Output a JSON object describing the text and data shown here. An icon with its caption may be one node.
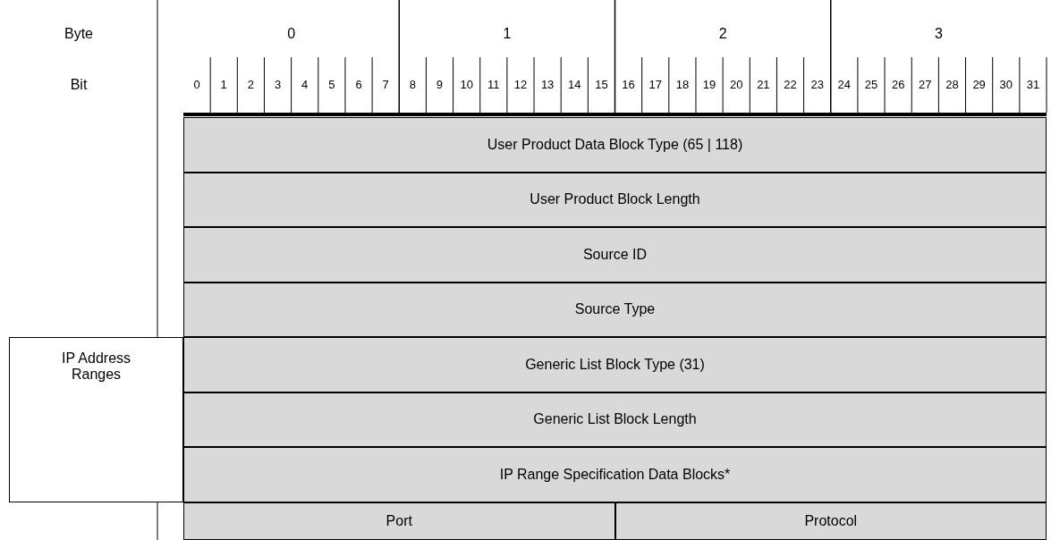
{
  "diagram": {
    "nodes": [
      {
        "text": [
          "User Product Data Block Type (65 | 118)"
        ]
      },
      {
        "text": [
          "User Product Block Length"
        ]
      },
      {
        "text": [
          "Source ID"
        ]
      },
      {
        "text": [
          "Source Type"
        ]
      },
      {
        "text": [
          "IP Address Ranges"
        ]
      },
      {
        "text": [
          "Generic List Block Type (31)"
        ]
      },
      {
        "text": [
          "Generic List Block Length"
        ]
      },
      {
        "text": [
          "IP Range Specification Data Blocks*"
        ]
      },
      {
        "text": [
          "Port"
        ]
      },
      {
        "text": [
          "Protocol"
        ]
      }
    ],
    "labels": [
      "Byte",
      "0",
      "1",
      "2",
      "3",
      "Bit",
      "0",
      "1",
      "2",
      "3",
      "4",
      "5",
      "6",
      "7",
      "8",
      "9",
      "10",
      "11",
      "12",
      "13",
      "14",
      "15",
      "16",
      "17",
      "18",
      "19",
      "20",
      "21",
      "22",
      "23",
      "24",
      "25",
      "26",
      "27",
      "28",
      "29",
      "30",
      "31"
    ]
  }
}
